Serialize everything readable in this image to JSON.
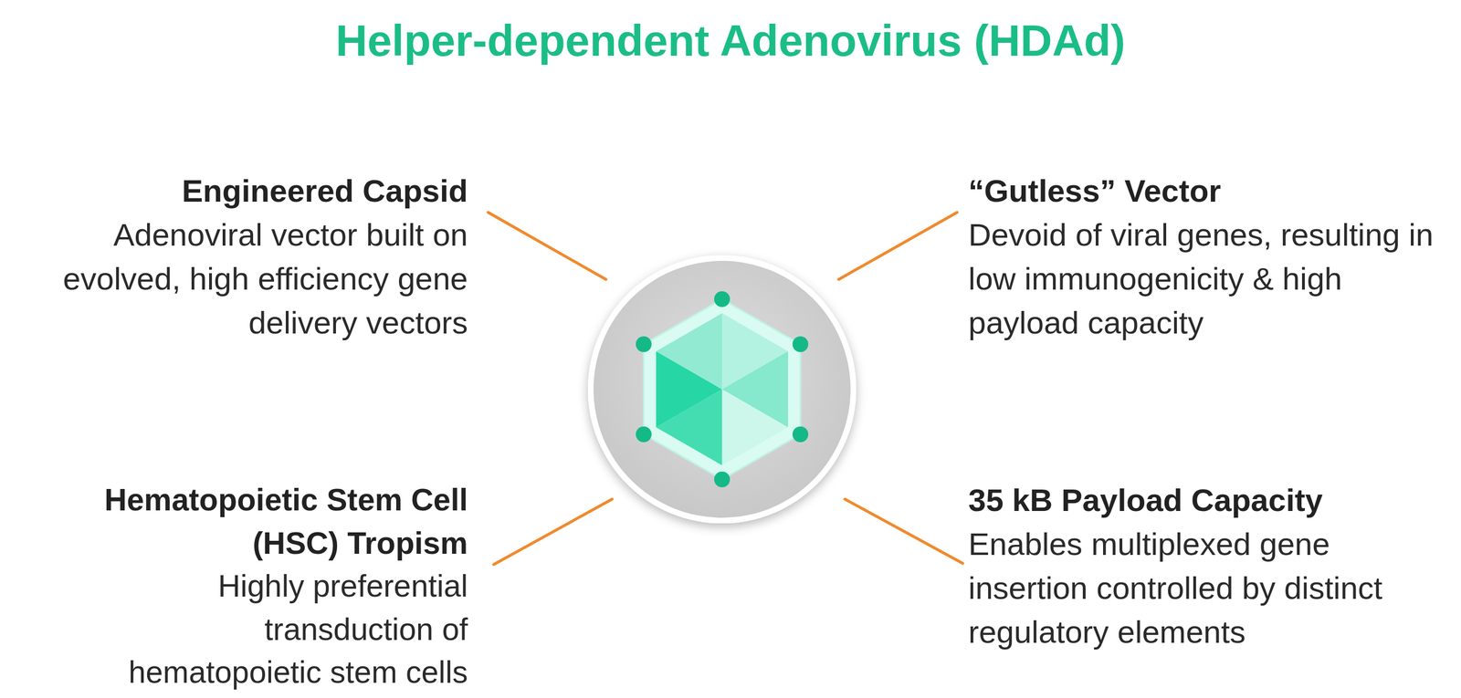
{
  "diagram": {
    "title": "Helper-dependent Adenovirus (HDAd)",
    "labels": [
      "Engineered Capsid",
      "Adenoviral vector built on evolved, high efficiency gene delivery vectors",
      "“Gutless” Vector",
      "Devoid of viral genes, resulting in low immunogenicity & high payload capacity",
      "Hematopoietic Stem Cell (HSC) Tropism",
      "Highly preferential transduction of hematopoietic stem cells",
      "35 kB Payload Capacity",
      "Enables multiplexed gene insertion controlled by distinct regulatory elements"
    ]
  }
}
